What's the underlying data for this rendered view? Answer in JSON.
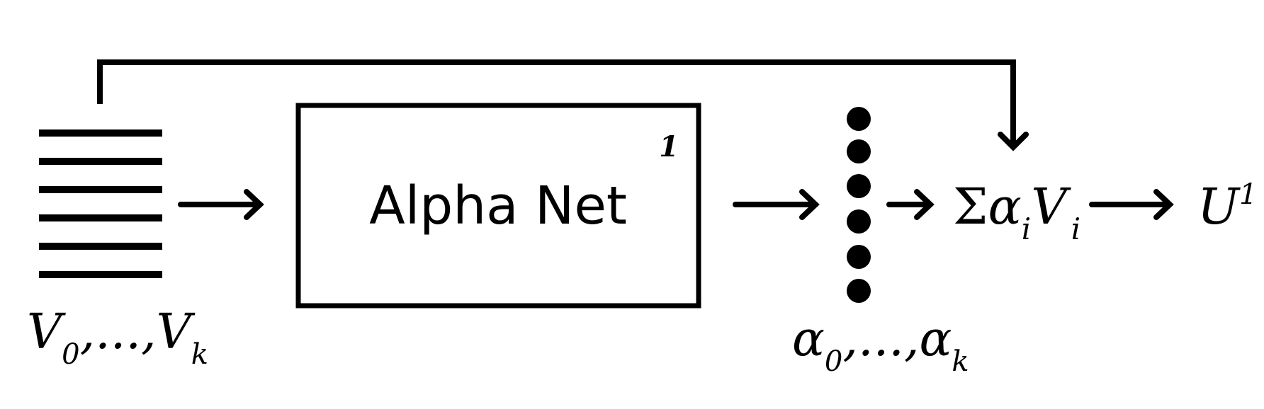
{
  "diagram": {
    "input_label": {
      "v": "V",
      "sub_start": "0",
      "sep": ",...,",
      "sub_end": "k"
    },
    "box": {
      "label": "Alpha Net",
      "superscript": "1"
    },
    "weights_label": {
      "alpha": "α",
      "sub_start": "0",
      "sep": ",...,",
      "sub_end": "k"
    },
    "sum_label": {
      "sigma": "Σ",
      "alpha": "α",
      "sub_i": "i",
      "v": "V",
      "sub_i2": "i"
    },
    "output_label": {
      "u": "U",
      "superscript": "1"
    }
  }
}
